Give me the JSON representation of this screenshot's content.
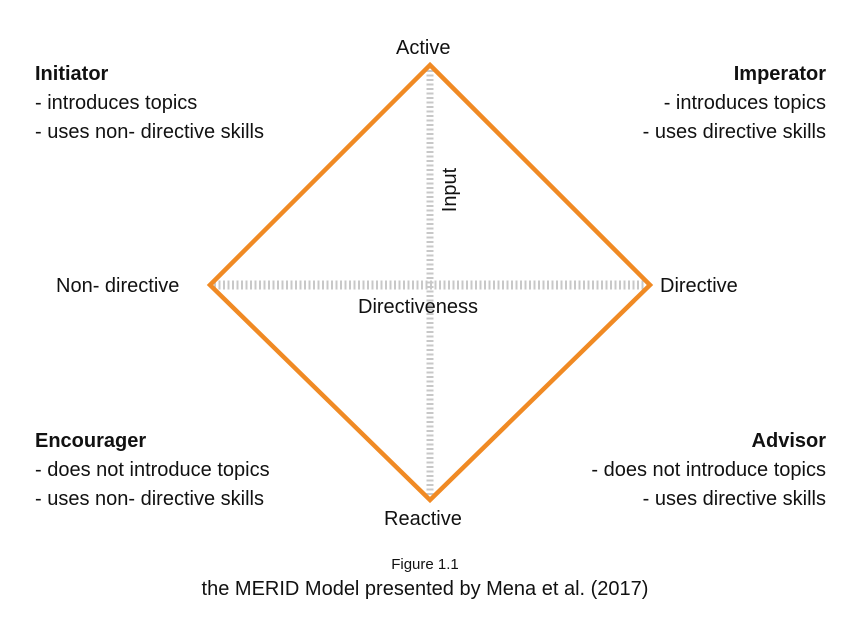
{
  "diagram": {
    "axes": {
      "vertical": {
        "top": "Active",
        "bottom": "Reactive",
        "label": "Input"
      },
      "horizontal": {
        "left": "Non- directive",
        "right": "Directive",
        "label": "Directiveness"
      }
    },
    "quadrants": [
      {
        "position": "top-left",
        "title": "Initiator",
        "lines": [
          "- introduces topics",
          "- uses non- directive skills"
        ]
      },
      {
        "position": "top-right",
        "title": "Imperator",
        "lines": [
          "- introduces topics",
          "- uses directive skills"
        ]
      },
      {
        "position": "bottom-left",
        "title": "Encourager",
        "lines": [
          "- does not introduce topics",
          "- uses non- directive skills"
        ]
      },
      {
        "position": "bottom-right",
        "title": "Advisor",
        "lines": [
          "- does not introduce topics",
          "- uses directive skills"
        ]
      }
    ],
    "colors": {
      "diamond": "#F08A24",
      "axis": "#c8c8c8",
      "text": "#111111"
    }
  },
  "caption": {
    "figure": "Figure 1.1",
    "text": "the MERID Model presented by Mena et al. (2017)"
  }
}
